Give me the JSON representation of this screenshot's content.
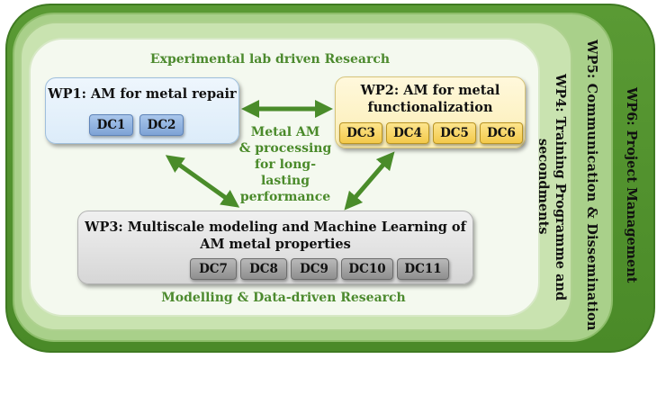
{
  "layers": {
    "wp6": "WP6: Project Management",
    "wp5": "WP5: Communication  &  Dissemination",
    "wp4_line1": "WP4: Training Programme and",
    "wp4_line2": "secondments"
  },
  "labels": {
    "top": "Experimental lab driven Research",
    "bottom": "Modelling & Data-driven Research",
    "center_line1": "Metal AM",
    "center_line2": "& processing",
    "center_line3": "for long-lasting",
    "center_line4": "performance"
  },
  "wp1": {
    "title": "WP1: AM for metal repair",
    "dcs": [
      "DC1",
      "DC2"
    ]
  },
  "wp2": {
    "title_line1": "WP2: AM for metal",
    "title_line2": "functionalization",
    "dcs": [
      "DC3",
      "DC4",
      "DC5",
      "DC6"
    ]
  },
  "wp3": {
    "title_line1": "WP3: Multiscale modeling and Machine Learning of",
    "title_line2": "AM metal properties",
    "dcs": [
      "DC7",
      "DC8",
      "DC9",
      "DC10",
      "DC11"
    ]
  },
  "colors": {
    "outer_green": "#4a8a28",
    "arrow_green": "#4a8c2a",
    "wp1_fill": "#dcecf9",
    "wp2_fill": "#fbeeb4",
    "wp3_fill": "#d6d6d6"
  }
}
